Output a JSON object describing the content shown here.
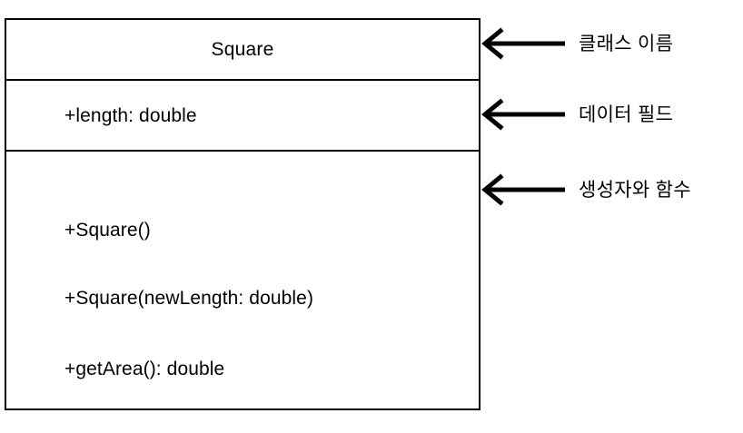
{
  "diagram": {
    "type": "uml-class-diagram",
    "background_color": "#ffffff",
    "stroke_color": "#000000",
    "class_box": {
      "name": "Square",
      "fields": [
        "+length: double"
      ],
      "methods": [
        "+Square()",
        "+Square(newLength: double)",
        "+getArea(): double"
      ]
    },
    "annotations": [
      {
        "label": "클래스 이름",
        "target": "name-compartment",
        "arrow_icon": "arrow-left-icon"
      },
      {
        "label": "데이터 필드",
        "target": "field-compartment",
        "arrow_icon": "arrow-left-icon"
      },
      {
        "label": "생성자와 함수",
        "target": "method-compartment",
        "arrow_icon": "arrow-left-icon"
      }
    ]
  }
}
